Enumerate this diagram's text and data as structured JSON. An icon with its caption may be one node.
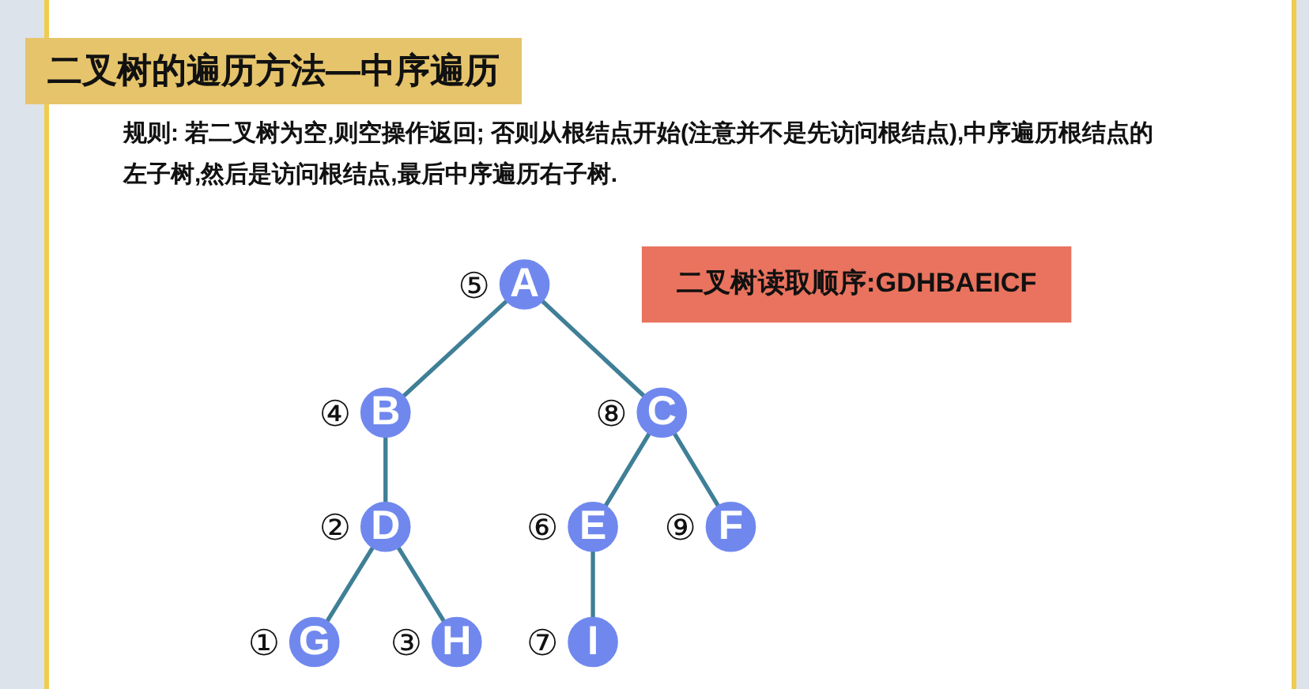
{
  "diagram": {
    "title": "二叉树的遍历方法—中序遍历",
    "nodes": [
      {
        "text": [
          "A"
        ],
        "beside": [
          "⑤"
        ]
      },
      {
        "text": [
          "B"
        ],
        "beside": [
          "④"
        ]
      },
      {
        "text": [
          "C"
        ],
        "beside": [
          "⑧"
        ]
      },
      {
        "text": [
          "D"
        ],
        "beside": [
          "②"
        ]
      },
      {
        "text": [
          "E"
        ],
        "beside": [
          "⑥"
        ]
      },
      {
        "text": [
          "F"
        ],
        "beside": [
          "⑨"
        ]
      },
      {
        "text": [
          "G"
        ],
        "beside": [
          "①"
        ]
      },
      {
        "text": [
          "H"
        ],
        "beside": [
          "③"
        ]
      },
      {
        "text": [
          "I"
        ],
        "beside": [
          "⑦"
        ]
      },
      {
        "text": [
          "二叉树读取顺序:GDHBAEICF"
        ]
      }
    ],
    "edges": [
      {
        "from": 0,
        "to": 1,
        "arrow": "none"
      },
      {
        "from": 0,
        "to": 2,
        "arrow": "none"
      },
      {
        "from": 1,
        "to": 3,
        "arrow": "none"
      },
      {
        "from": 2,
        "to": 4,
        "arrow": "none"
      },
      {
        "from": 2,
        "to": 5,
        "arrow": "none"
      },
      {
        "from": 3,
        "to": 6,
        "arrow": "none"
      },
      {
        "from": 3,
        "to": 7,
        "arrow": "none"
      },
      {
        "from": 4,
        "to": 8,
        "arrow": "none"
      }
    ],
    "labels": [
      "规则: 若二叉树为空,则空操作返回; 否则从根结点开始(注意并不是先访问根结点),中序遍历根结点的左子树,然后是访问根结点,最后中序遍历右子树."
    ]
  }
}
